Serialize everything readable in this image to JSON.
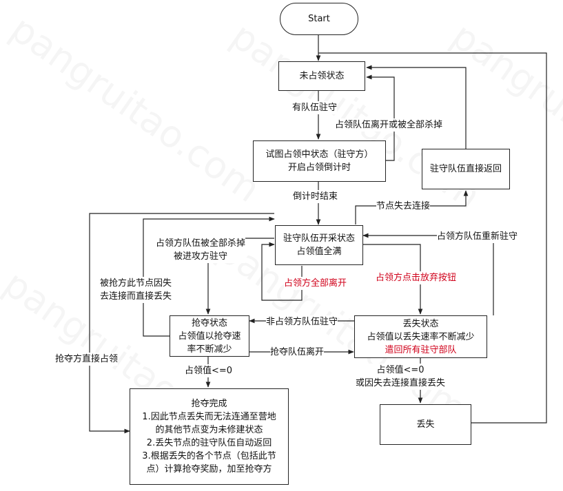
{
  "watermark": "pangruitao.com",
  "nodes": {
    "start": [
      "Start"
    ],
    "unoccupied": [
      "未占领状态"
    ],
    "attempt": [
      "试图占领中状态（驻守方）",
      "开启占领倒计时"
    ],
    "garrison_return": [
      "驻守队伍直接返回"
    ],
    "collecting": [
      "驻守队伍开采状态",
      "占领值全满"
    ],
    "plunder": [
      "抢夺状态",
      "占领值以抢夺速",
      "率不断减少"
    ],
    "losing": [
      "丢失状态",
      "占领值以丢失速率不断减少"
    ],
    "losing_red": "遣回所有驻守部队",
    "plunder_done": [
      "抢夺完成",
      "1.因此节点丢失而无法连通至营地",
      "的其他节点变为未修建状态",
      "2.丢失节点的驻守队伍自动返回",
      "3.根据丢失的各个节点（包括此节",
      "点）计算抢夺奖励，加至抢夺方"
    ],
    "lost": [
      "丢失"
    ]
  },
  "labels": {
    "has_garrison": "有队伍驻守",
    "leave_or_killed": "占领队伍离开或被全部杀掉",
    "countdown_end": "倒计时结束",
    "node_disconnect": "节点失去连接",
    "killed_by_attacker": [
      "占领方队伍被全部杀掉",
      "被进攻方驻守"
    ],
    "reoccupy": "占领方队伍重新驻守",
    "plunderer_disconnect": [
      "被抢方此节点因失",
      "去连接而直接丢失"
    ],
    "all_left": "占领方全部离开",
    "give_up": "占领方点击放弃按钮",
    "non_occupier_garrison": "非占领方队伍驻守",
    "plunderer_left": "抢夺队伍离开",
    "direct_occupy": "抢夺方直接占领",
    "plunder_zero": "占领值<=0",
    "lost_zero": [
      "占领值<=0",
      "或因失去连接直接丢失"
    ]
  },
  "colors": {
    "line": "#222222",
    "red_text": "#d0021b"
  }
}
